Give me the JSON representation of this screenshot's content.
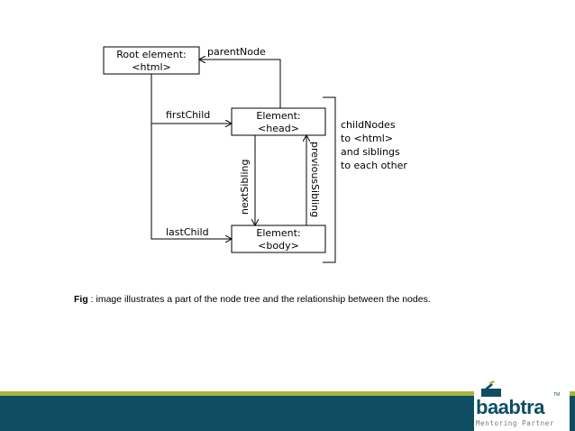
{
  "diagram": {
    "root_line1": "Root element:",
    "root_line2": "<html>",
    "head_line1": "Element:",
    "head_line2": "<head>",
    "body_line1": "Element:",
    "body_line2": "<body>",
    "edge_parent": "parentNode",
    "edge_first_child": "firstChild",
    "edge_last_child": "lastChild",
    "edge_next_sibling": "nextSibling",
    "edge_previous_sibling": "previousSibling",
    "note_line1": "childNodes",
    "note_line2": "to <html>",
    "note_line3": "and siblings",
    "note_line4": "to each other"
  },
  "caption": {
    "label": "Fig",
    "text": " : image illustrates a part of the node tree and the relationship between the nodes."
  },
  "footer": {
    "logo_word": "baabtra",
    "logo_tm": "TM",
    "logo_tagline": "Mentoring Partner",
    "colors": {
      "band_light": "#a8b43a",
      "band_dark": "#0f4d63"
    }
  }
}
